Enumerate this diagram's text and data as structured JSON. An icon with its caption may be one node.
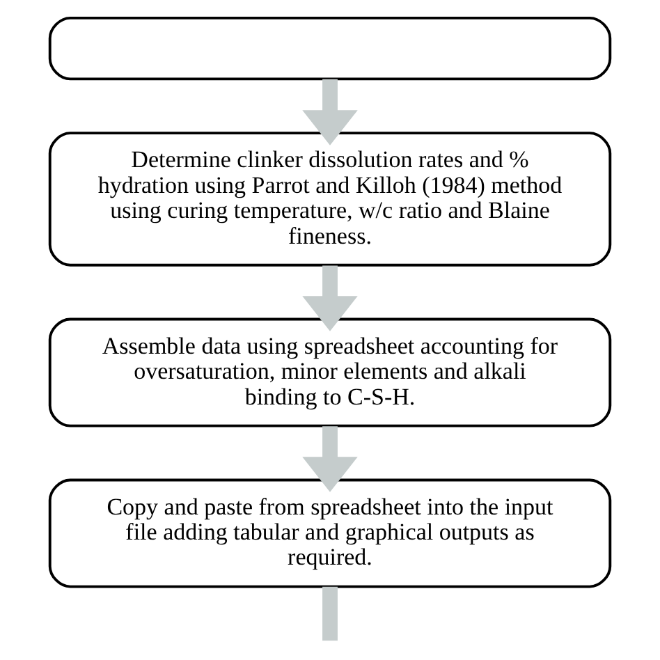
{
  "diagram": {
    "nodes": [
      {
        "text": [],
        "shape": "box"
      },
      {
        "text": [
          "Determine clinker dissolution rates and % hydration using Parrot and Killoh (1984) method using curing temperature, w/c ratio and Blaine fineness."
        ]
      },
      {
        "text": [
          "Assemble data using spreadsheet accounting for oversaturation, minor elements and alkali binding to C-S-H."
        ]
      },
      {
        "text": [
          "Copy and paste from spreadsheet into the input file adding tabular and graphical outputs as required."
        ]
      }
    ],
    "edges": [
      {
        "from": 0,
        "to": 1,
        "arrow": "to"
      },
      {
        "from": 1,
        "to": 2,
        "arrow": "to"
      },
      {
        "from": 2,
        "to": 3,
        "arrow": "to"
      },
      {
        "from": 3,
        "to": null,
        "arrow": "none"
      }
    ]
  }
}
